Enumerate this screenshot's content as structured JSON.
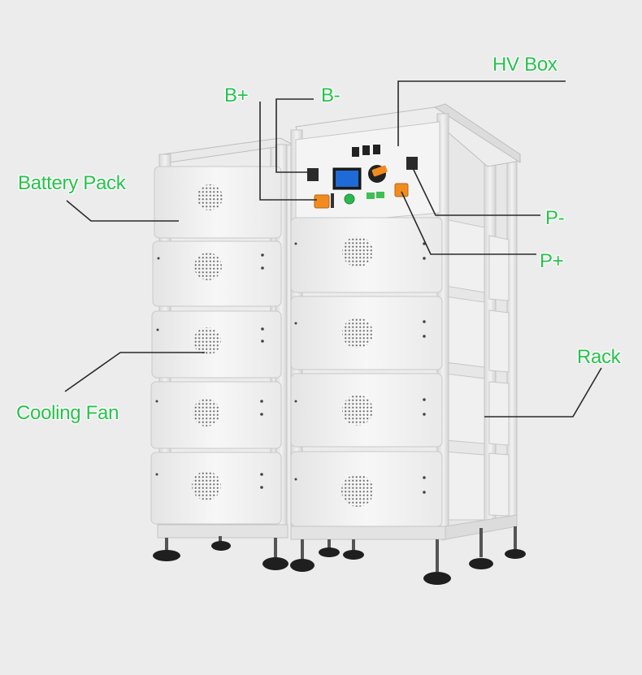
{
  "labels": {
    "hv_box": "HV Box",
    "b_plus": "B+",
    "b_minus": "B-",
    "battery_pack": "Battery Pack",
    "p_minus": "P-",
    "p_plus": "P+",
    "rack": "Rack",
    "cooling_fan": "Cooling Fan"
  },
  "colors": {
    "background": "#ececec",
    "label_green": "#27c24c",
    "leader_line": "#2a2a2a",
    "module_body": "#f3f3f3",
    "rack_frame": "#e6e6e6",
    "connector_orange": "#f08c1e",
    "display_blue": "#1e6ad6",
    "button_green": "#2db84d"
  },
  "icons": {
    "cooling_fan": "perforated-vent-circle",
    "foot": "leveling-foot",
    "display": "lcd-display"
  }
}
